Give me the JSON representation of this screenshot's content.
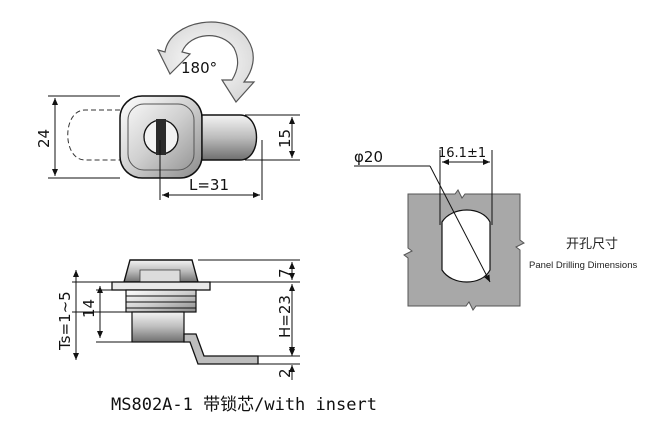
{
  "rotation": {
    "label": "180°"
  },
  "top_view": {
    "height_label": "24",
    "key_height_label": "15",
    "length_label": "L=31"
  },
  "side_view": {
    "ts_label": "Ts=1~5",
    "flange_label": "14",
    "top_label": "7",
    "h_label": "H=23",
    "cam_label": "2"
  },
  "panel": {
    "diameter_label": "φ20",
    "flat_label": "16.1±1",
    "title_cn": "开孔尺寸",
    "title_en": "Panel Drilling Dimensions"
  },
  "caption": "MS802A-1 带锁芯/with insert"
}
